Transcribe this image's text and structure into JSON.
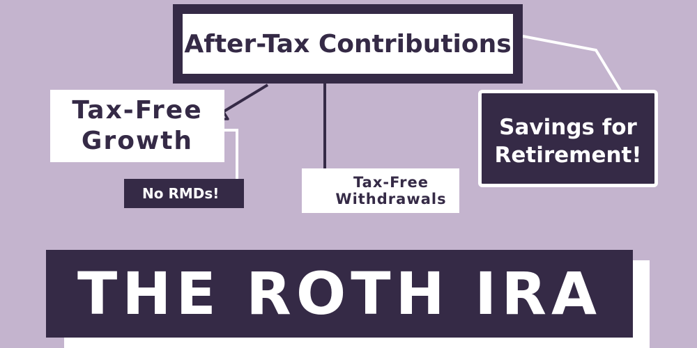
{
  "diagram": {
    "title": "THE ROTH IRA",
    "nodes": {
      "contributions": "After-Tax Contributions",
      "growth": {
        "line1": "Tax-Free",
        "line2": "Growth"
      },
      "no_rmds": "No RMDs!",
      "withdrawals": {
        "line1": "Tax-Free",
        "line2": "Withdrawals"
      },
      "savings": {
        "line1": "Savings for",
        "line2": "Retirement!"
      }
    },
    "colors": {
      "background": "#c4b4ce",
      "dark": "#352a46",
      "light": "#ffffff"
    }
  }
}
